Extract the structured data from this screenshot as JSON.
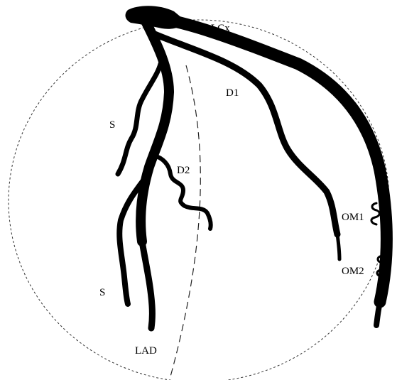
{
  "figure": {
    "labels": {
      "lcx": "LCx",
      "d1": "D1",
      "s_upper": "S",
      "d2": "D2",
      "om1": "OM1",
      "om2": "OM2",
      "s_lower": "S",
      "lad": "LAD"
    },
    "colors": {
      "vessel": "#000000",
      "outline": "#333333",
      "background": "#ffffff"
    }
  }
}
